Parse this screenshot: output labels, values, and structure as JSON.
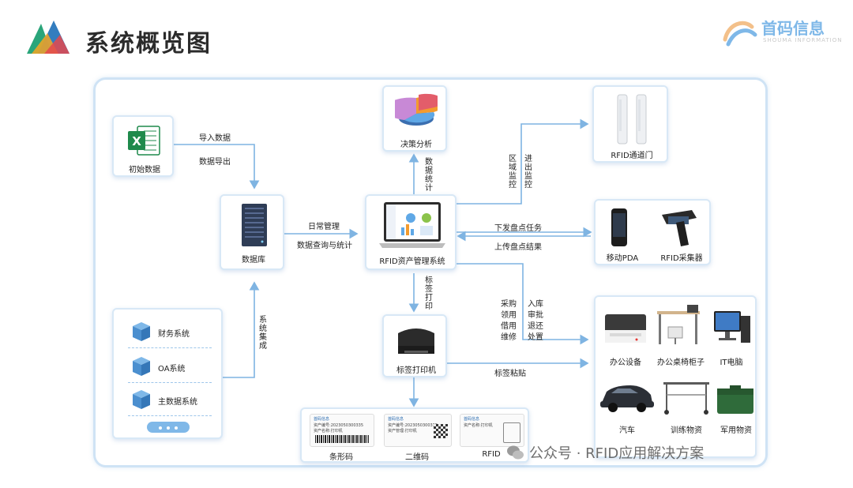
{
  "page": {
    "title": "系统概览图",
    "brand_name": "首码信息",
    "brand_sub": "SHOUMA INFORMATION",
    "watermark": "公众号 · RFID应用解决方案"
  },
  "nodes": {
    "initial_data": "初始数据",
    "database": "数据库",
    "decision": "决策分析",
    "rfid_system": "RFID资产管理系统",
    "rfid_gate": "RFID通道门",
    "mobile_pda": "移动PDA",
    "rfid_collector": "RFID采集器",
    "label_printer": "标签打印机",
    "finance": "财务系统",
    "oa": "OA系统",
    "master_data": "主数据系统"
  },
  "edges": {
    "import_data": "导入数据",
    "export_data": "数据导出",
    "daily_mgmt": "日常管理",
    "query_stats": "数据查询与统计",
    "data_stats": "数据统计",
    "region_monitor": "区域监控",
    "in_out_monitor": "进出监控",
    "issue_task": "下发盘点任务",
    "upload_result": "上传盘点结果",
    "label_print": "标签打印",
    "system_integration": "系统集成",
    "procurement": "采购",
    "requisition": "领用",
    "borrow": "借用",
    "repair": "维修",
    "stock_in": "入库",
    "approve": "审批",
    "return": "退还",
    "dispose": "处置",
    "label_paste": "标签粘贴"
  },
  "labels": {
    "barcode": "条形码",
    "qrcode": "二维码",
    "rfid": "RFID",
    "card_header": "首码信息",
    "field_asset_no": "资产编号:",
    "field_asset_name": "资产名称:",
    "field_asset_owner": "资产管理:",
    "sample_no": "2023050300335",
    "sample_name": "打印机"
  },
  "assets": {
    "office_equipment": "办公设备",
    "office_furniture": "办公桌椅柜子",
    "it_computer": "IT电脑",
    "car": "汽车",
    "training_equipment": "训练物资",
    "military_supplies": "军用物资"
  },
  "colors": {
    "frame": "#cfe3f5",
    "arrow": "#7fb4e2",
    "excel_green": "#1f8a4c",
    "brand": "#7fb8e8"
  }
}
